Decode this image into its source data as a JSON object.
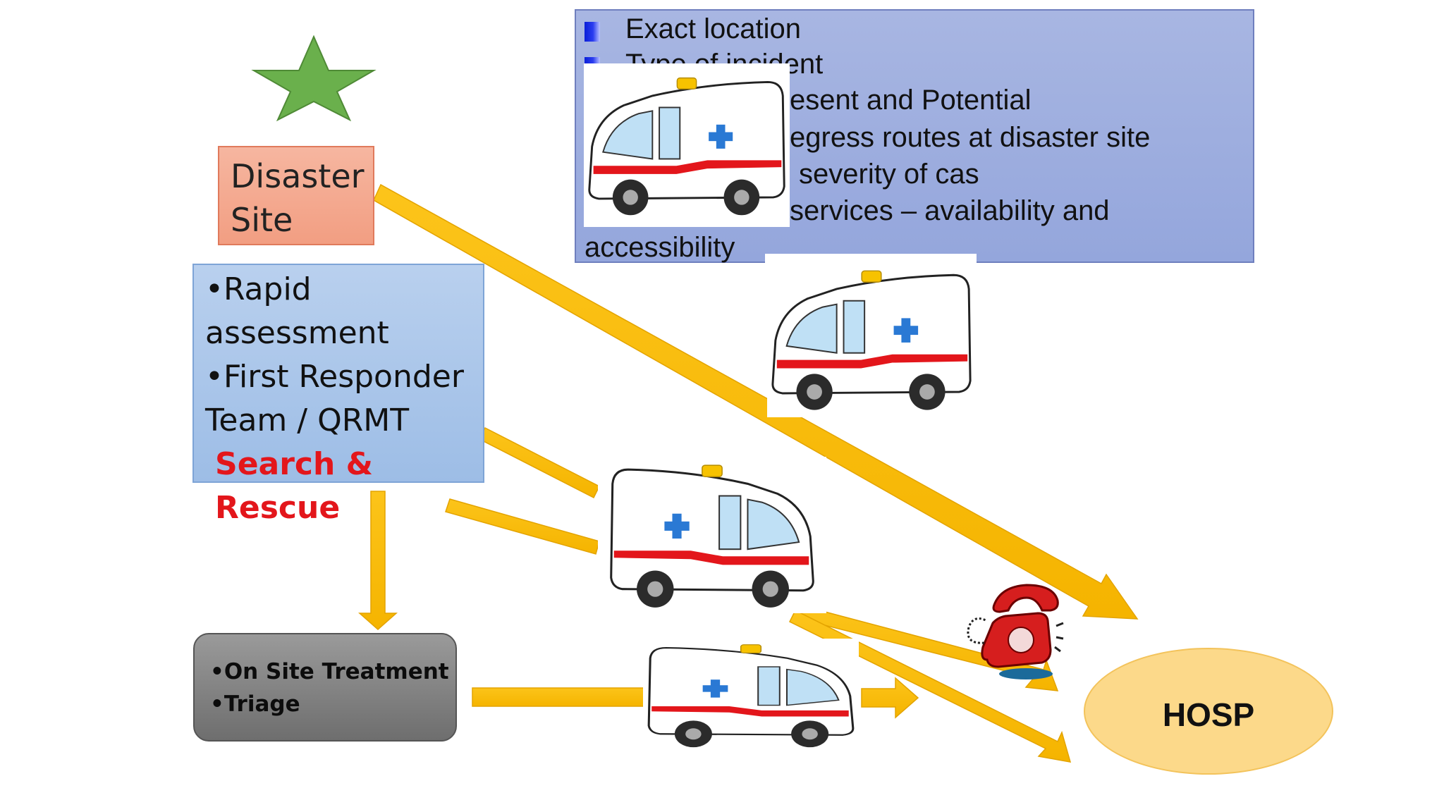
{
  "info_box": {
    "lines": [
      "Exact location",
      "Type of incident",
      "esent and Potential",
      "egress routes at disaster site",
      "severity of cas",
      "services – availability and",
      "accessibility"
    ]
  },
  "disaster_site": {
    "line1": "Disaster",
    "line2": "Site"
  },
  "assessment": {
    "line1": "•Rapid",
    "line2": "assessment",
    "line3": "•First Responder",
    "line4": "Team / QRMT",
    "search_rescue": "Search & Rescue"
  },
  "treatment": {
    "line1": "•On Site Treatment",
    "line2": "•Triage"
  },
  "hospital": {
    "label": "HOSP"
  },
  "colors": {
    "arrow": "#fbbf0a",
    "arrow_edge": "#e3a300",
    "star": "#6ab04c",
    "search_rescue": "#e3161b",
    "hosp_fill": "#fcd98a"
  },
  "icons": {
    "star": "star-icon",
    "ambulance": "ambulance-icon",
    "phone": "telephone-icon"
  }
}
